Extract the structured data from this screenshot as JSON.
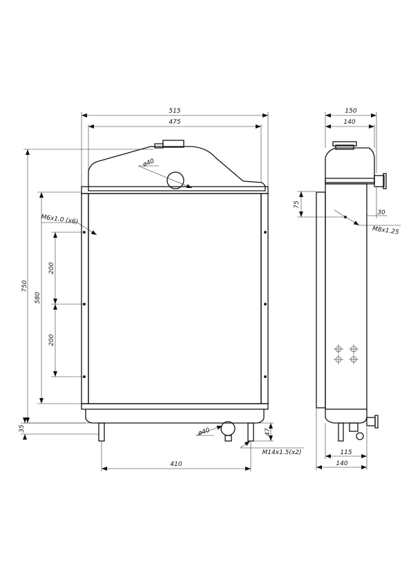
{
  "front_view": {
    "width_total": "515",
    "width_core": "475",
    "height_total": "750",
    "height_core": "580",
    "pitch_upper": "200",
    "pitch_lower": "200",
    "foot_height": "35",
    "top_neck": "ø40",
    "bottom_neck": "ø40",
    "mount_thread": "M6x1.0 (x6)",
    "foot_spacing": "410",
    "foot_drop": "47",
    "foot_thread": "M14x1.5(x2)"
  },
  "side_view": {
    "width_total": "150",
    "width_tank": "140",
    "tank_height": "75",
    "pipe_offset": "30",
    "side_thread": "M8x1.25",
    "bottom_width_inner": "115",
    "bottom_width_outer": "140"
  }
}
